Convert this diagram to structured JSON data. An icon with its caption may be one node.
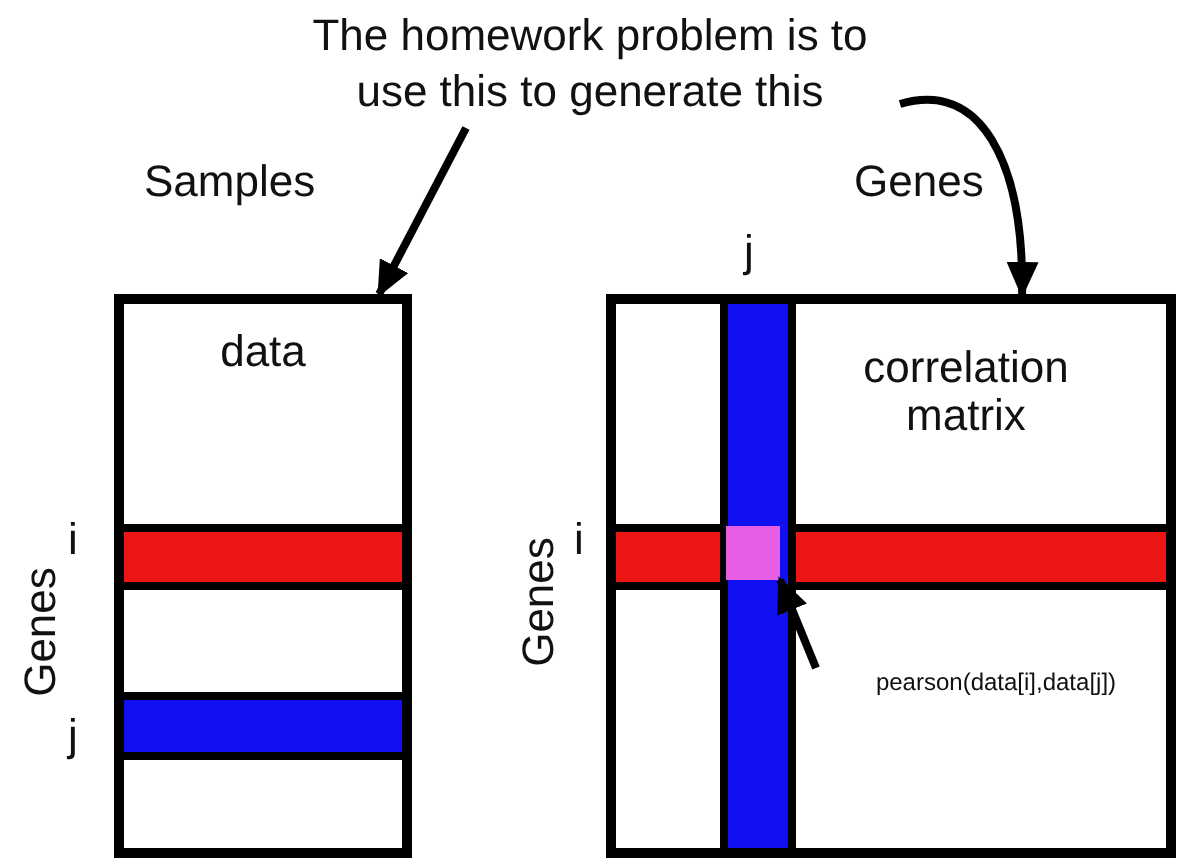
{
  "diagram": {
    "nodes": [
      {
        "text": [
          "The homework problem is to use this to generate this"
        ]
      },
      {
        "text": [
          "data"
        ]
      },
      {
        "text": [
          "correlation matrix"
        ]
      },
      {
        "text": [
          "pearson(data[i],data[j])"
        ],
        "in": 2
      },
      {
        "text": [],
        "shape": "box",
        "in": 2
      }
    ],
    "edges": [
      {
        "from": 0,
        "to": 1,
        "arrow": "to"
      },
      {
        "from": 0,
        "to": 2,
        "arrow": "to"
      },
      {
        "from": 3,
        "to": 4,
        "arrow": "to"
      }
    ],
    "labels": [
      "Samples",
      "Genes",
      "j",
      "Genes",
      "i",
      "i",
      "Genes",
      "j"
    ]
  }
}
